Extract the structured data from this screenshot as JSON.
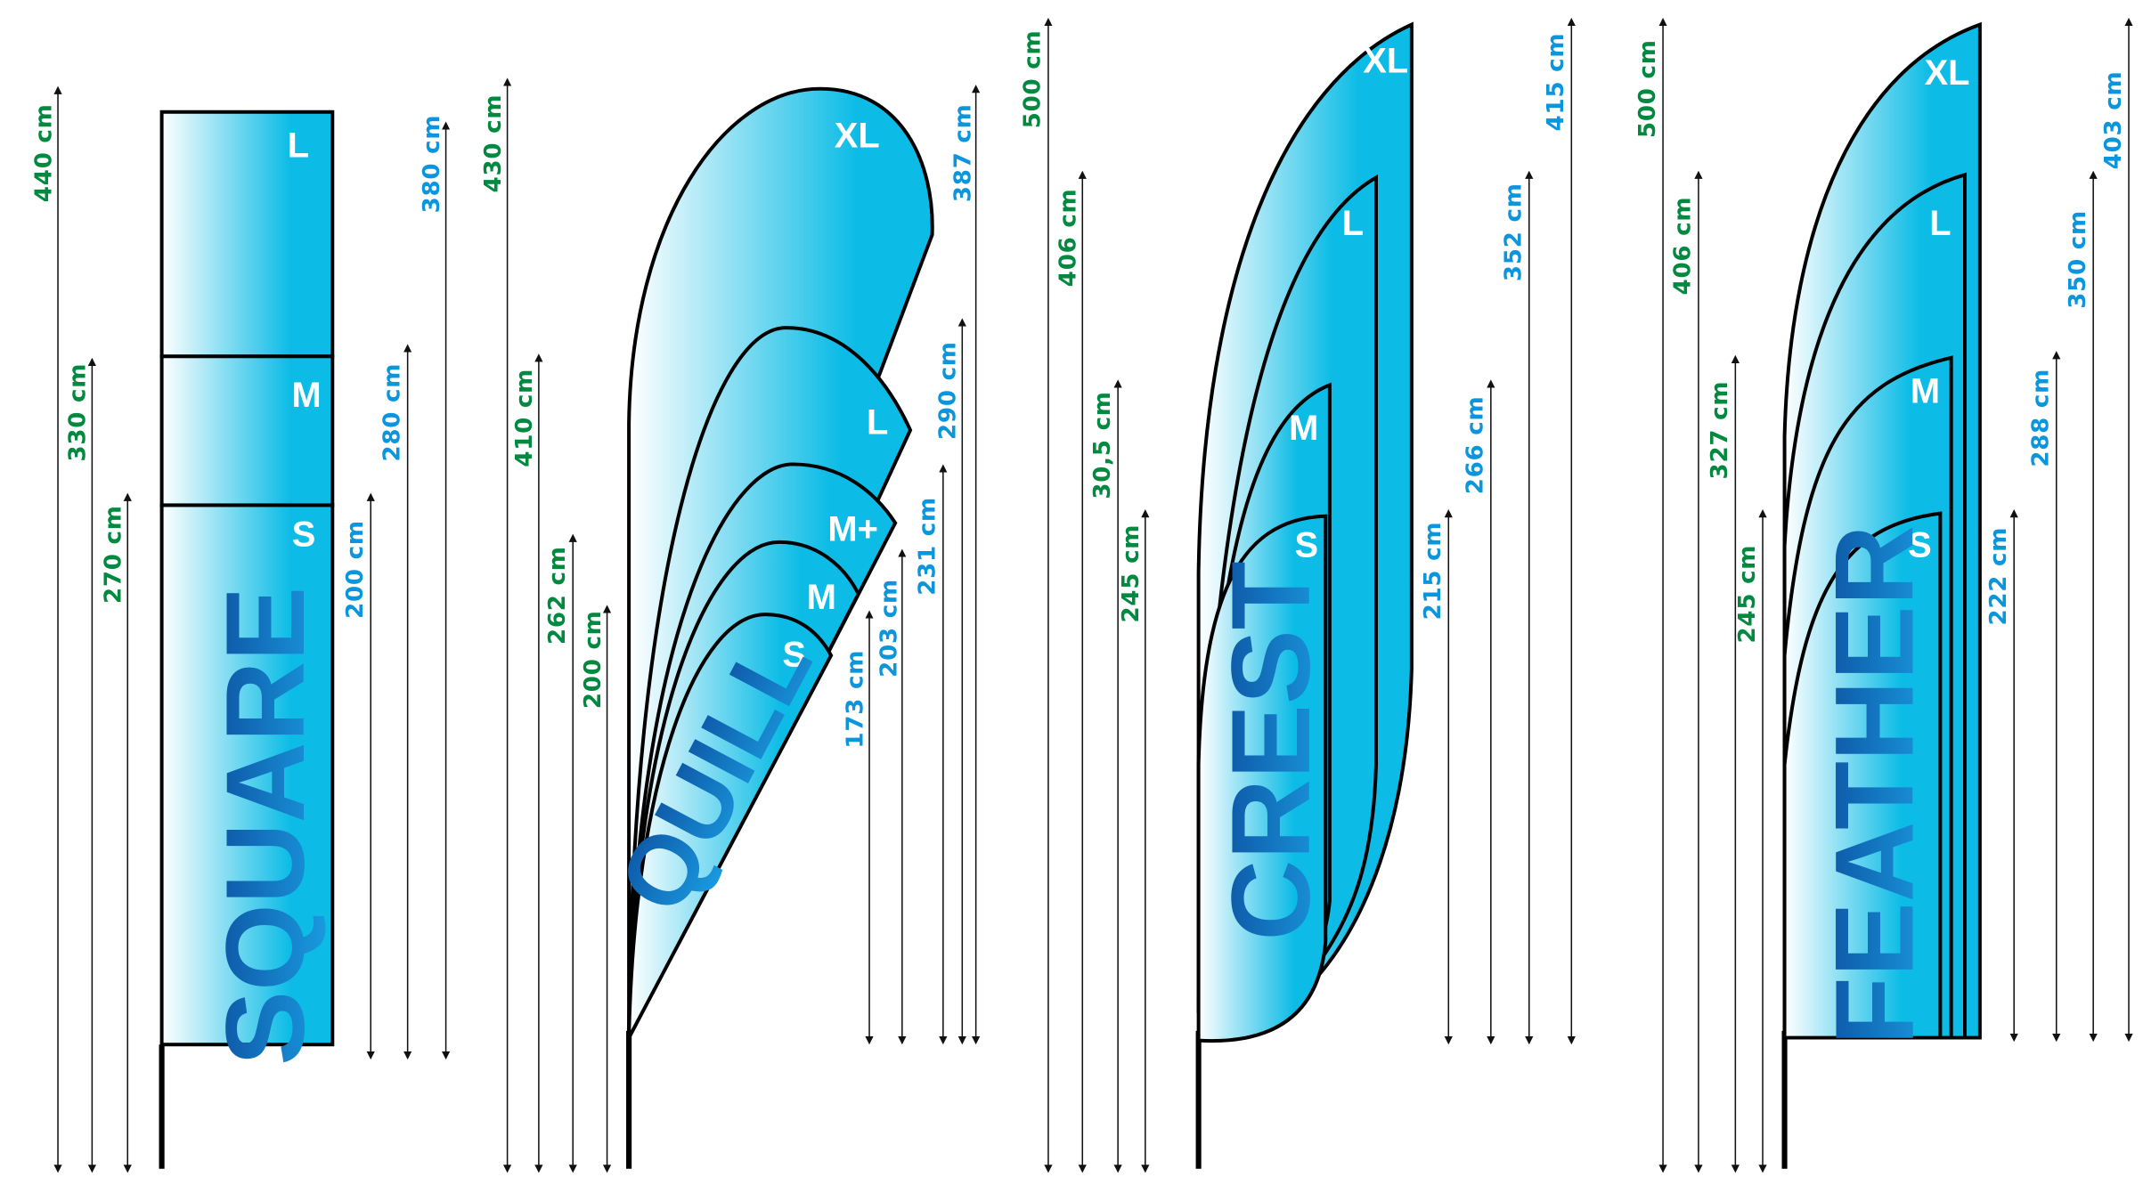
{
  "square": {
    "name": "SQUARE",
    "sizes": [
      "L",
      "M",
      "S"
    ],
    "green": [
      "440 cm",
      "330 cm",
      "270 cm"
    ],
    "blue": [
      "200 cm",
      "280 cm",
      "380 cm"
    ]
  },
  "quill": {
    "name": "QUILL",
    "sizes": [
      "XL",
      "L",
      "M+",
      "M",
      "S"
    ],
    "green": [
      "430 cm",
      "410 cm",
      "262 cm",
      "200 cm"
    ],
    "blue": [
      "173 cm",
      "203 cm",
      "231 cm",
      "290 cm",
      "387 cm"
    ]
  },
  "crest": {
    "name": "CREST",
    "sizes": [
      "XL",
      "L",
      "M",
      "S"
    ],
    "green": [
      "500 cm",
      "406 cm",
      "30,5 cm",
      "245 cm"
    ],
    "blue": [
      "215 cm",
      "266 cm",
      "352 cm",
      "415 cm"
    ]
  },
  "feather": {
    "name": "FEATHER",
    "sizes": [
      "XL",
      "L",
      "M",
      "S"
    ],
    "green": [
      "500 cm",
      "406 cm",
      "327 cm",
      "245 cm"
    ],
    "blue": [
      "222 cm",
      "288 cm",
      "350 cm",
      "403 cm"
    ]
  },
  "colors": {
    "green": "#00893f",
    "blue": "#0a95dc",
    "flag": "#0dbce6"
  }
}
